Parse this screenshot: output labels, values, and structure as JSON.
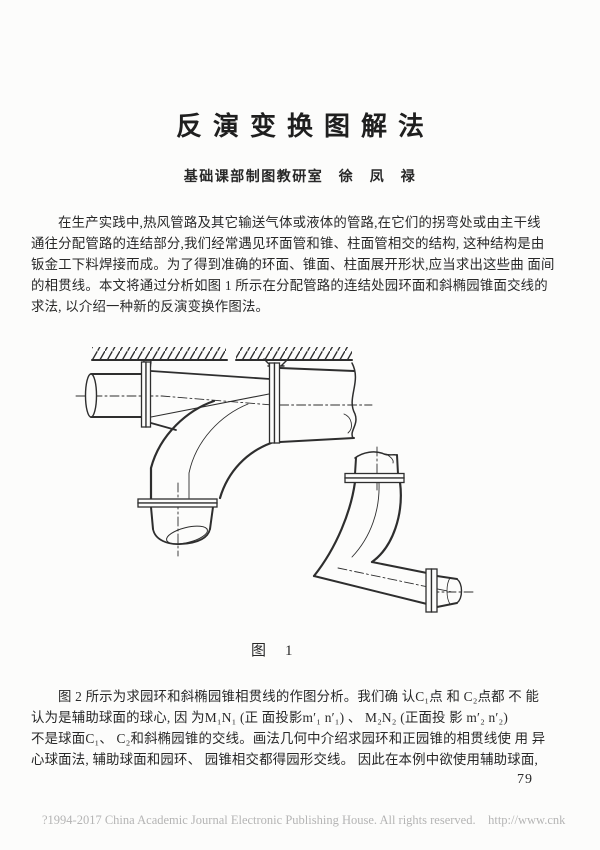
{
  "colors": {
    "paper": "#fcfcfb",
    "ink": "#2e2e2e",
    "text": "#282828",
    "footer": "#b4b4b4"
  },
  "article": {
    "title": "反演变换图解法",
    "byline": "基础课部制图教研室　徐　凤　禄",
    "para1": [
      "在生产实践中,热风管路及其它输送气体或液体的管路,在它们的拐弯处或由主干线",
      "通往分配管路的连结部分,我们经常遇见环面管和锥、柱面管相交的结构, 这种结构是由",
      "钣金工下料焊接而成。为了得到准确的环面、锥面、柱面展开形状,应当求出这些曲 面间",
      "的相贯线。本文将通过分析如图 1 所示在分配管路的连结处园环面和斜椭园锥面交线的",
      "求法, 以介绍一种新的反演变换作图法。"
    ],
    "figure_caption": "图　1",
    "para2": [
      "图 2 所示为求园环和斜椭园锥相贯线的作图分析。我们确 认C₁点 和 C₂点都 不 能",
      "认为是辅助球面的球心, 因 为M₁N₁ (正 面投影m′₁ n′₁) 、 M₂N₂ (正面投 影 m′₂ n′₂)",
      "不是球面C₁、 C₂和斜椭园锥的交线。画法几何中介绍求园环和正园锥的相贯线使 用 异",
      "心球面法, 辅助球面和园环、 园锥相交都得园形交线。 因此在本例中欲使用辅助球面,"
    ],
    "page_number": "79",
    "footer": "?1994-2017 China Academic Journal Electronic Publishing House. All rights reserved.    http://www.cnk"
  }
}
